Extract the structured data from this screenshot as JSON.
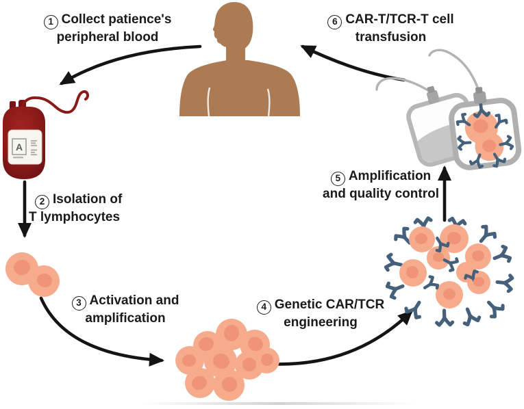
{
  "steps": [
    {
      "num": "1",
      "line1": "Collect patience's",
      "line2": "peripheral blood"
    },
    {
      "num": "2",
      "line1": "Isolation of",
      "line2": "T lymphocytes"
    },
    {
      "num": "3",
      "line1": "Activation and",
      "line2": "amplification"
    },
    {
      "num": "4",
      "line1": "Genetic CAR/TCR",
      "line2": "engineering"
    },
    {
      "num": "5",
      "line1": "Amplification",
      "line2": "and quality control"
    },
    {
      "num": "6",
      "line1": "CAR-T/TCR-T cell",
      "line2": "transfusion"
    }
  ],
  "blood_bag": {
    "type_label": "A"
  },
  "flow": {
    "type": "cycle",
    "connections": [
      {
        "from": "patient",
        "to": "blood-bag",
        "step": 1
      },
      {
        "from": "blood-bag",
        "to": "t-lymphocytes",
        "step": 2
      },
      {
        "from": "t-lymphocytes",
        "to": "cell-cluster",
        "step": 3
      },
      {
        "from": "cell-cluster",
        "to": "car-t-cells",
        "step": 4
      },
      {
        "from": "car-t-cells",
        "to": "infusion-bags",
        "step": 5
      },
      {
        "from": "infusion-bags",
        "to": "patient",
        "step": 6
      }
    ]
  },
  "figure_elements": [
    "patient-silhouette",
    "blood-bag",
    "t-cell-pair",
    "activated-cell-cluster",
    "car-t-cell-cluster",
    "infusion-bags"
  ],
  "colors": {
    "skin": "#ac7a53",
    "blood": "#8a1a17",
    "blood_dark": "#6d1013",
    "cell": "#f6ab8d",
    "cell_nucleus": "#ef9476",
    "receptor": "#44607a",
    "bag_gray": "#b7b7b7",
    "bag_liquid": "#c7c7c7",
    "arrow": "#141414"
  }
}
